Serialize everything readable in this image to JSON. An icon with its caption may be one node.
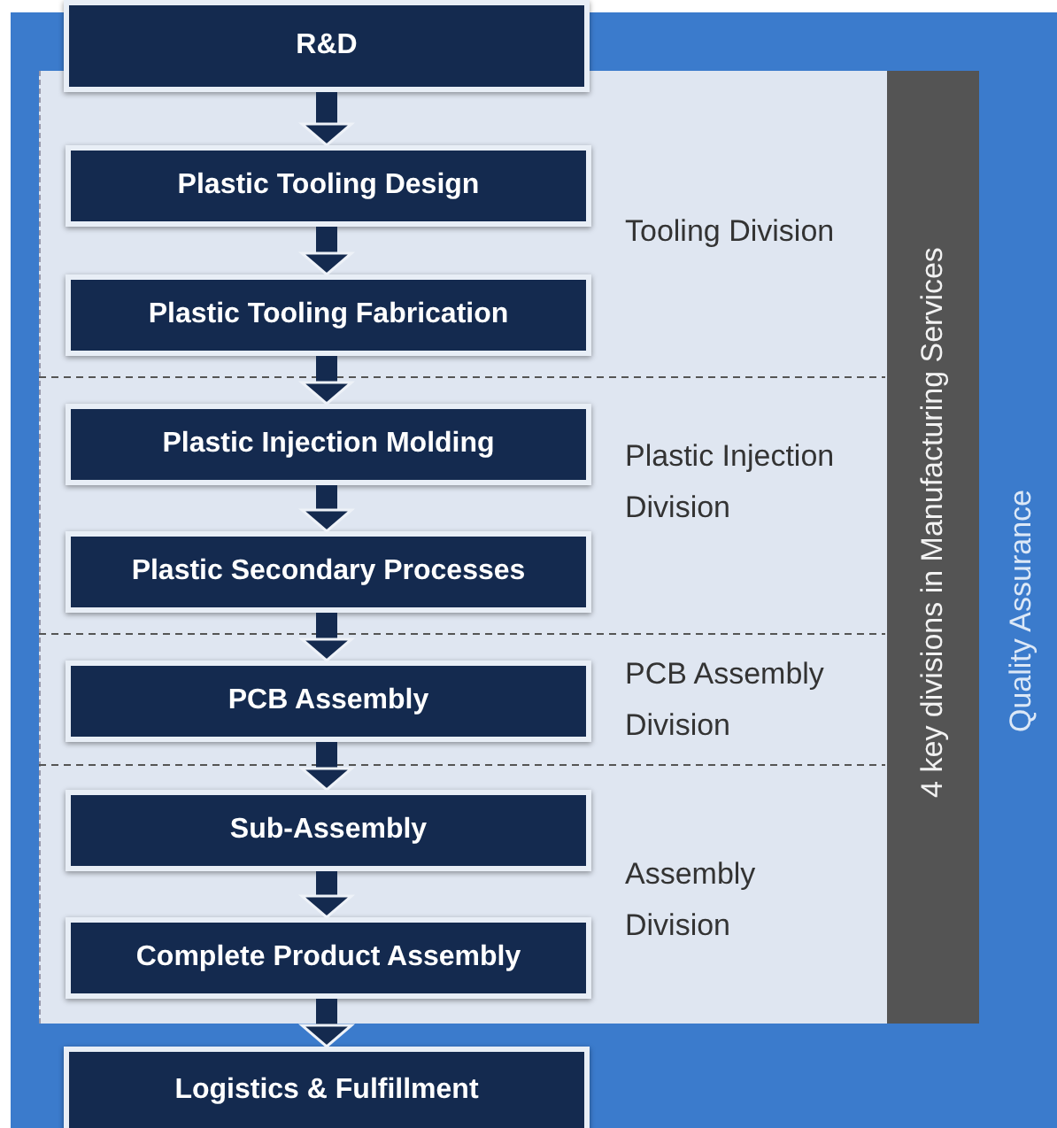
{
  "diagram": {
    "nodes": [
      {
        "text": [
          "Quality Assurance"
        ]
      },
      {
        "text": [
          "R&D"
        ],
        "in": 0
      },
      {
        "text": [
          "4 key divisions in Manufacturing Services"
        ],
        "in": 0
      },
      {
        "text": [
          "Tooling Division"
        ],
        "in": 2
      },
      {
        "text": [
          "Plastic Tooling Design"
        ],
        "in": 3
      },
      {
        "text": [
          "Plastic Tooling Fabrication"
        ],
        "in": 3
      },
      {
        "text": [
          "Plastic Injection Division"
        ],
        "in": 2
      },
      {
        "text": [
          "Plastic Injection Molding"
        ],
        "in": 6
      },
      {
        "text": [
          "Plastic Secondary Processes"
        ],
        "in": 6
      },
      {
        "text": [
          "PCB Assembly Division"
        ],
        "in": 2
      },
      {
        "text": [
          "PCB Assembly"
        ],
        "in": 9
      },
      {
        "text": [
          "Assembly Division"
        ],
        "in": 2
      },
      {
        "text": [
          "Sub-Assembly"
        ],
        "in": 11
      },
      {
        "text": [
          "Complete Product Assembly"
        ],
        "in": 11
      },
      {
        "text": [
          "Logistics & Fulfillment"
        ],
        "in": 0
      }
    ],
    "edges": [
      {
        "from": 1,
        "to": 4,
        "arrow": "to"
      },
      {
        "from": 4,
        "to": 5,
        "arrow": "to"
      },
      {
        "from": 5,
        "to": 7,
        "arrow": "to"
      },
      {
        "from": 7,
        "to": 8,
        "arrow": "to"
      },
      {
        "from": 8,
        "to": 10,
        "arrow": "to"
      },
      {
        "from": 10,
        "to": 12,
        "arrow": "to"
      },
      {
        "from": 12,
        "to": 13,
        "arrow": "to"
      },
      {
        "from": 13,
        "to": 14,
        "arrow": "to"
      }
    ]
  }
}
